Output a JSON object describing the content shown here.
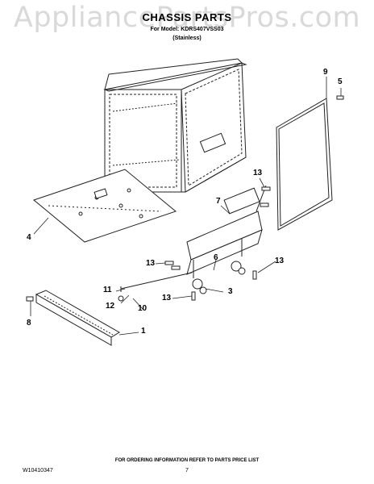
{
  "watermark": "AppliancePartsPros.com",
  "header": {
    "title": "CHASSIS PARTS",
    "model": "For Model: KDRS407VSS03",
    "variant": "(Stainless)"
  },
  "callouts": {
    "c9": "9",
    "c5": "5",
    "c13a": "13",
    "c7": "7",
    "c4": "4",
    "c13b": "13",
    "c6": "6",
    "c13c": "13",
    "c11": "11",
    "c3": "3",
    "c12": "12",
    "c10": "10",
    "c13d": "13",
    "c8": "8",
    "c1": "1"
  },
  "footer": {
    "note": "FOR ORDERING INFORMATION REFER TO PARTS PRICE LIST",
    "doc_number": "W10410347",
    "page_number": "7"
  }
}
